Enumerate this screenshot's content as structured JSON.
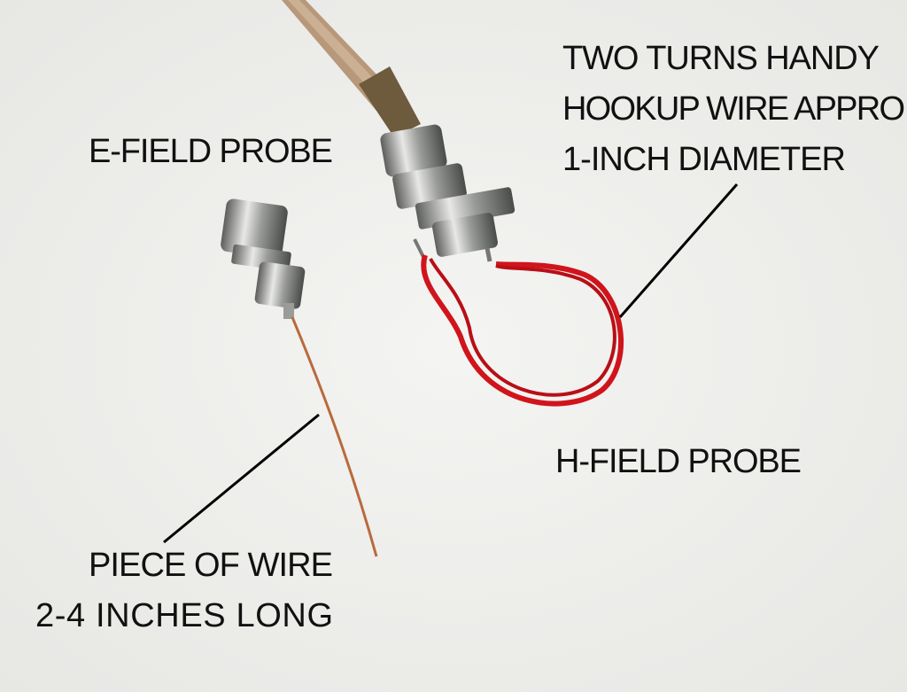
{
  "labels": {
    "e_field": "E-FIELD PROBE",
    "h_note_line1": "TWO TURNS HANDY",
    "h_note_line2": "HOOKUP WIRE APPRO",
    "h_note_line3": "1-INCH DIAMETER",
    "h_field": "H-FIELD PROBE",
    "wire_line1": "PIECE OF WIRE",
    "wire_line2": "2-4 INCHES LONG"
  },
  "colors": {
    "background": "#f1f1ef",
    "loop_wire": "#d0141c",
    "cable": "#b8987a",
    "metal": "#a8aaa8"
  }
}
